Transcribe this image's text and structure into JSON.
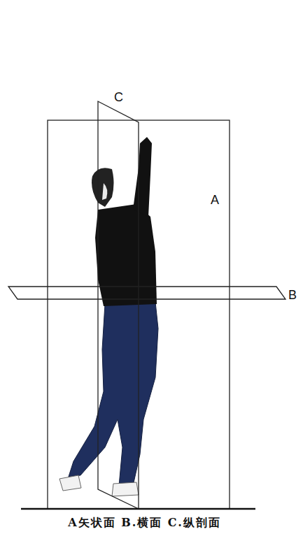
{
  "diagram": {
    "caption": "A矢状面 B.横面 C.纵剖面",
    "labels": [
      "C",
      "A",
      "B"
    ]
  }
}
